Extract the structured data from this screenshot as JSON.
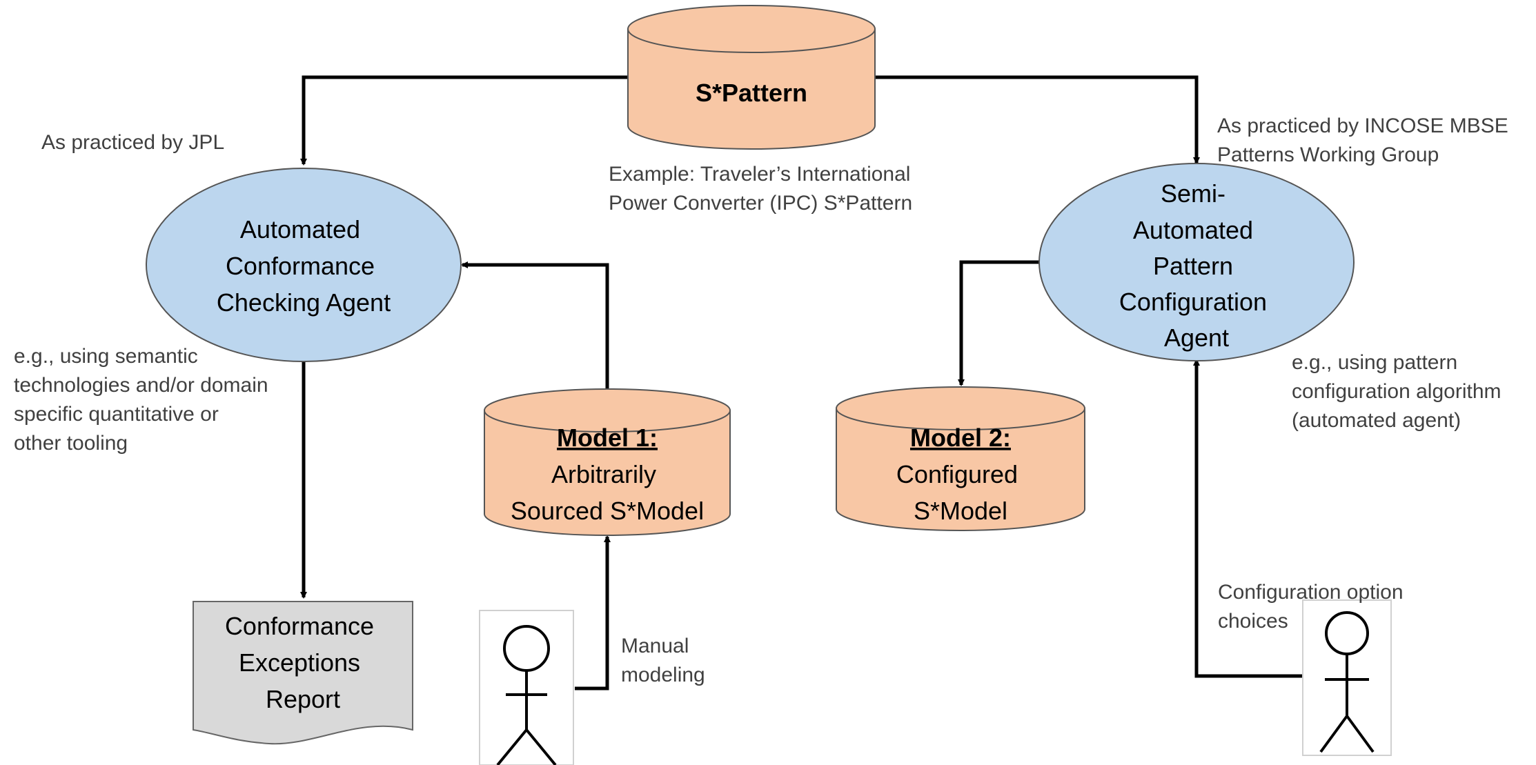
{
  "colors": {
    "cylinder_fill": "#f8c7a5",
    "ellipse_fill": "#bcd6ee",
    "report_fill": "#d9d9d9",
    "stroke": "#555555",
    "arrow": "#000000",
    "note_text": "#404040"
  },
  "pattern_store": {
    "label": "S*Pattern"
  },
  "conformance_agent": {
    "lines": [
      "Automated",
      "Conformance",
      "Checking Agent"
    ]
  },
  "configuration_agent": {
    "lines": [
      "Semi-",
      "Automated",
      "Pattern",
      "Configuration",
      "Agent"
    ]
  },
  "model_1": {
    "title": "Model 1:",
    "lines": [
      "Arbitrarily",
      "Sourced S*Model"
    ]
  },
  "model_2": {
    "title": "Model 2:",
    "lines": [
      "Configured",
      "S*Model"
    ]
  },
  "report": {
    "lines": [
      "Conformance",
      "Exceptions",
      "Report"
    ]
  },
  "notes": {
    "jpl": "As practiced by JPL",
    "incose": "As practiced by INCOSE MBSE\nPatterns Working Group",
    "example": "Example: Traveler’s International\nPower Converter (IPC) S*Pattern",
    "semantic": "e.g., using semantic\ntechnologies and/or domain\nspecific quantitative or\nother tooling",
    "algorithm": "e.g., using pattern\nconfiguration algorithm\n(automated agent)",
    "manual": "Manual\nmodeling",
    "choices": "Configuration option\nchoices"
  },
  "actors": [
    {
      "role": "manual-modeler"
    },
    {
      "role": "configuration-chooser"
    }
  ]
}
